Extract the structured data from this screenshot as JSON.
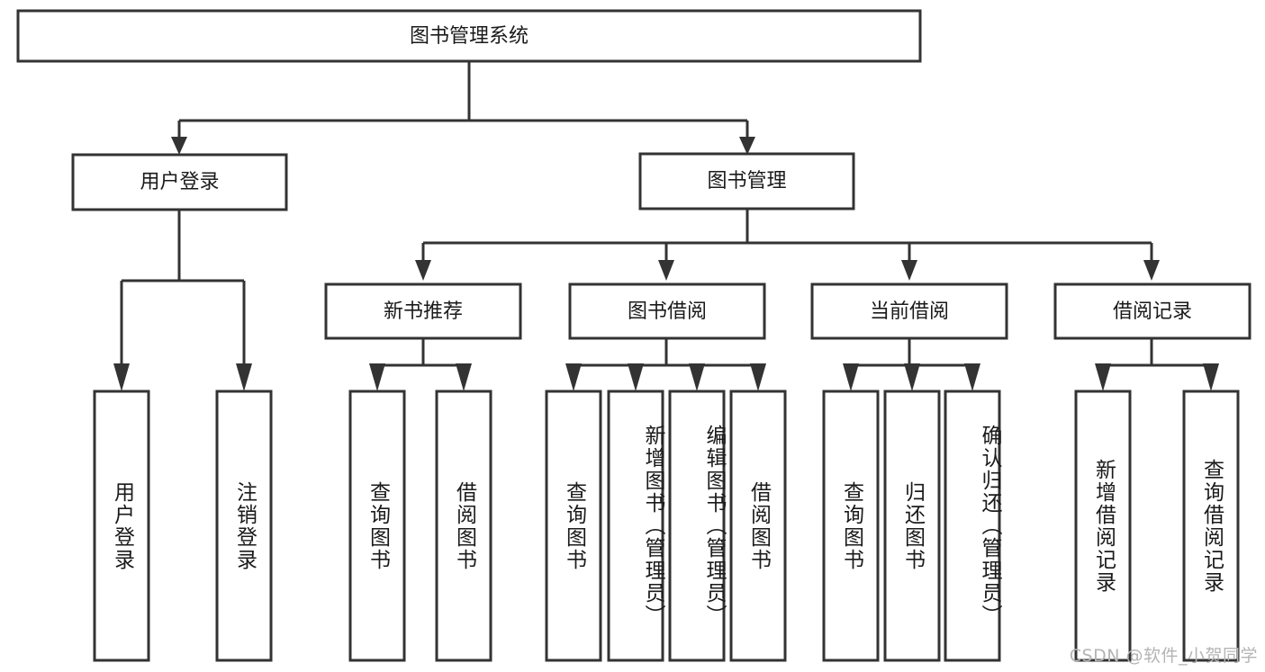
{
  "diagram": {
    "title": "图书管理系统",
    "type": "hierarchy-tree",
    "orientation": "top-down",
    "root": {
      "id": "root",
      "label": "图书管理系统",
      "level": 0
    },
    "level1": [
      {
        "id": "user-login",
        "label": "用户登录"
      },
      {
        "id": "book-manage",
        "label": "图书管理"
      }
    ],
    "level2": [
      {
        "id": "new-book-recommend",
        "label": "新书推荐",
        "parent": "book-manage"
      },
      {
        "id": "book-borrow",
        "label": "图书借阅",
        "parent": "book-manage"
      },
      {
        "id": "current-borrow",
        "label": "当前借阅",
        "parent": "book-manage"
      },
      {
        "id": "borrow-record",
        "label": "借阅记录",
        "parent": "book-manage"
      }
    ],
    "leaves": [
      {
        "id": "leaf-user-login",
        "label": "用户登录",
        "parent": "user-login"
      },
      {
        "id": "leaf-logout-login",
        "label": "注销登录",
        "parent": "user-login"
      },
      {
        "id": "leaf-query-book-1",
        "label": "查询图书",
        "parent": "new-book-recommend"
      },
      {
        "id": "leaf-borrow-book-1",
        "label": "借阅图书",
        "parent": "new-book-recommend"
      },
      {
        "id": "leaf-query-book-2",
        "label": "查询图书",
        "parent": "book-borrow"
      },
      {
        "id": "leaf-add-book",
        "label": "新增图书（管理员）",
        "parent": "book-borrow"
      },
      {
        "id": "leaf-edit-book",
        "label": "编辑图书（管理员）",
        "parent": "book-borrow"
      },
      {
        "id": "leaf-borrow-book-2",
        "label": "借阅图书",
        "parent": "book-borrow"
      },
      {
        "id": "leaf-query-book-3",
        "label": "查询图书",
        "parent": "current-borrow"
      },
      {
        "id": "leaf-return-book",
        "label": "归还图书",
        "parent": "current-borrow"
      },
      {
        "id": "leaf-confirm-return",
        "label": "确认归还（管理员）",
        "parent": "current-borrow"
      },
      {
        "id": "leaf-add-record",
        "label": "新增借阅记录",
        "parent": "borrow-record"
      },
      {
        "id": "leaf-query-record",
        "label": "查询借阅记录",
        "parent": "borrow-record"
      }
    ]
  },
  "watermark": {
    "text": "CSDN @软件_小贺同学"
  },
  "colors": {
    "stroke": "#333333",
    "box_fill": "#ffffff",
    "text": "#1a1a1a",
    "watermark": "#b4b4b4",
    "background": "#ffffff"
  }
}
